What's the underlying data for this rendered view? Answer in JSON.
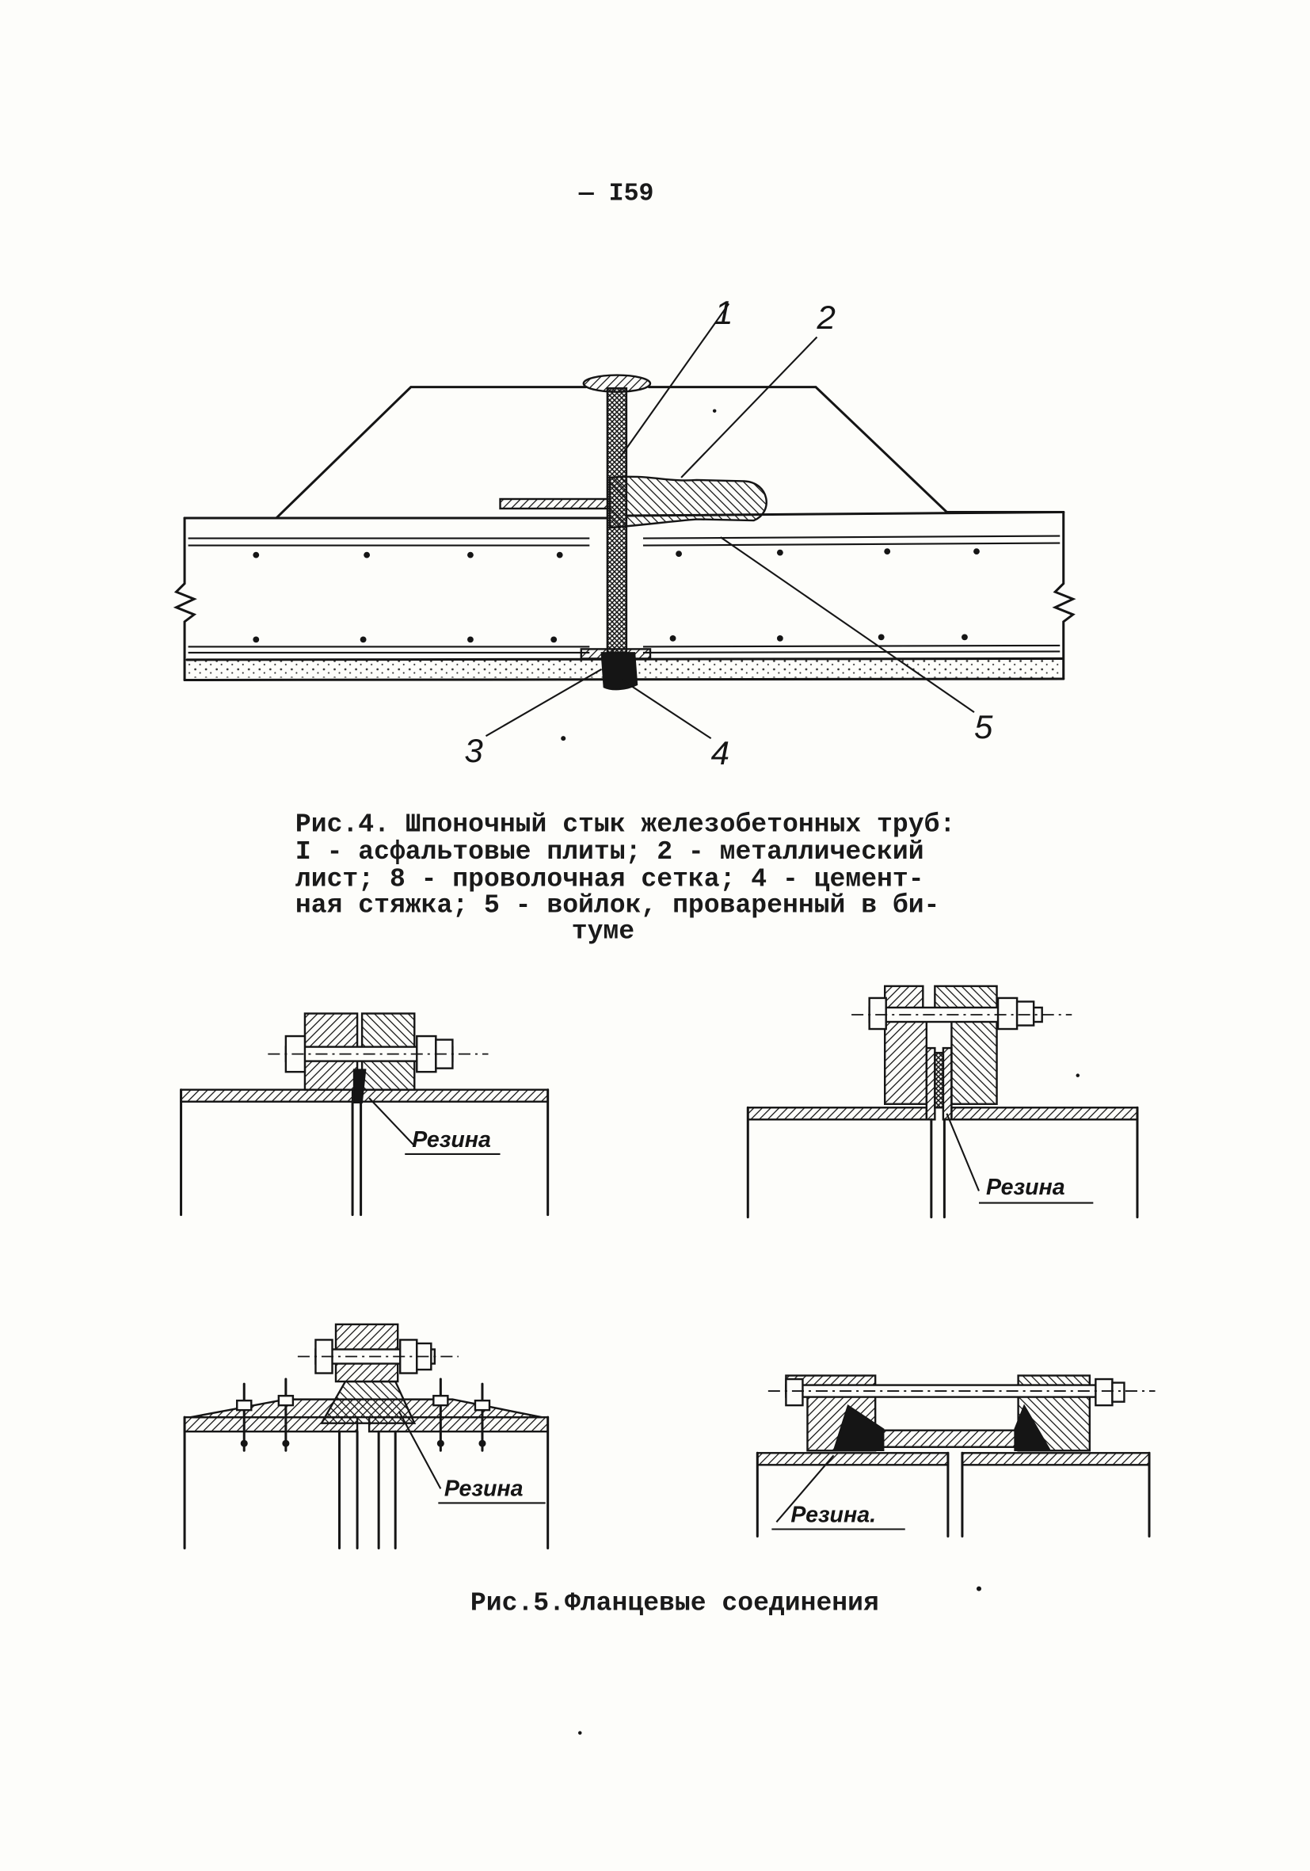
{
  "page_number": "— I59",
  "fig4": {
    "labels": {
      "l1": "1",
      "l2": "2",
      "l3": "3",
      "l4": "4",
      "l5": "5"
    },
    "caption": [
      "Рис.4. Шпоночный стык железобетонных труб:",
      "I - асфальтовые плиты; 2 - металлический",
      "лист; 8 - проволочная сетка; 4 - цемент-",
      "ная стяжка; 5 - войлок, проваренный в би-",
      "туме"
    ]
  },
  "fig5": {
    "rubber_labels": [
      "Резина",
      "Резина",
      "Резина",
      "Резина."
    ],
    "caption": "Рис.5.Фланцевые соединения"
  }
}
